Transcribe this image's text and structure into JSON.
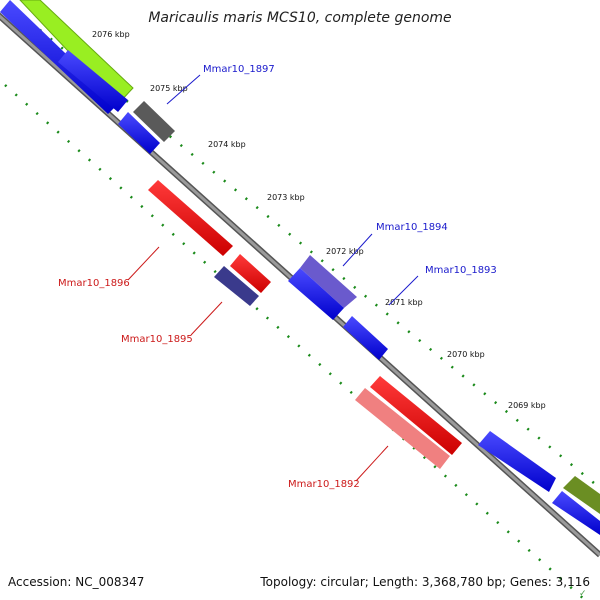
{
  "title": "Maricaulis maris MCS10, complete genome",
  "footer": {
    "accession": "Accession: NC_008347",
    "summary": "Topology: circular; Length: 3,368,780 bp; Genes: 3,116"
  },
  "colors": {
    "background": "#ffffff",
    "backbone": "#7a7a7a",
    "tick": "#1a8a1a",
    "label_forward": "#1a1acc",
    "label_reverse": "#cc1a1a"
  },
  "kbp_labels": [
    "2076 kbp",
    "2075 kbp",
    "2074 kbp",
    "2073 kbp",
    "2072 kbp",
    "2071 kbp",
    "2070 kbp",
    "2069 kbp"
  ],
  "gene_labels": [
    {
      "text": "Mmar10_1897",
      "strand": "forward"
    },
    {
      "text": "Mmar10_1894",
      "strand": "forward"
    },
    {
      "text": "Mmar10_1893",
      "strand": "forward"
    },
    {
      "text": "Mmar10_1896",
      "strand": "reverse"
    },
    {
      "text": "Mmar10_1895",
      "strand": "reverse"
    },
    {
      "text": "Mmar10_1892",
      "strand": "reverse"
    }
  ]
}
